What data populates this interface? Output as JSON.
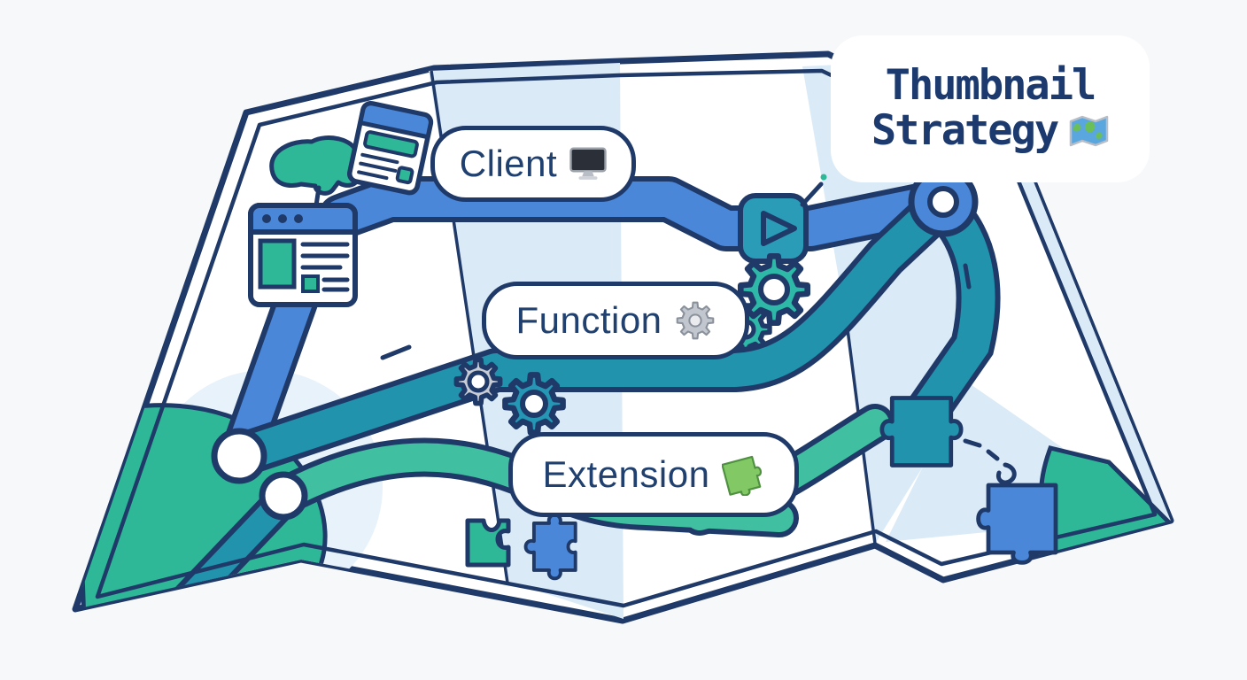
{
  "illustration": {
    "title": {
      "line1": "Thumbnail",
      "line2": "Strategy",
      "icon": "world-map"
    },
    "nodes": [
      {
        "id": "client",
        "label": "Client",
        "icon": "desktop-computer"
      },
      {
        "id": "function",
        "label": "Function",
        "icon": "gear"
      },
      {
        "id": "extension",
        "label": "Extension",
        "icon": "puzzle-piece"
      }
    ],
    "colors": {
      "outline_navy": "#1f3a68",
      "title_navy": "#1c3a6e",
      "road_blue": "#4a87d9",
      "road_teal_dark": "#2193ad",
      "road_green": "#41c0a1",
      "land_teal": "#2eb898",
      "panel_light_blue": "#daeaf7",
      "gear_gray": "#c8ccd4",
      "background": "#f7f8f9"
    }
  }
}
